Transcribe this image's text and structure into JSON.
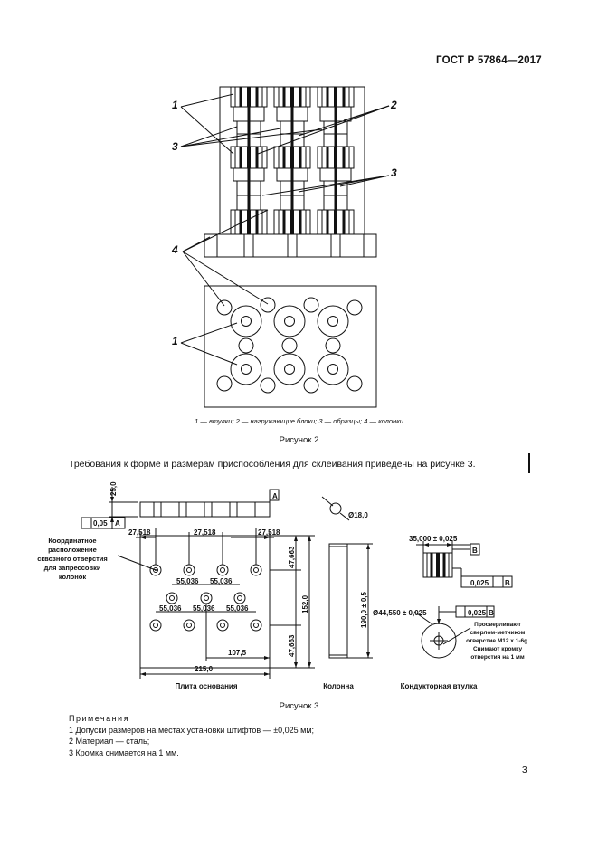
{
  "header": {
    "standard": "ГОСТ Р 57864—2017"
  },
  "figure2": {
    "callouts": {
      "c1_top": "1",
      "c2": "2",
      "c3_left": "3",
      "c3_right": "3",
      "c4": "4",
      "c1_bottom": "1"
    },
    "caption_parts": [
      "1",
      " — втулки; ",
      "2",
      " — нагружающие блоки; ",
      "3",
      " — образцы; ",
      "4",
      " — колонки"
    ],
    "title": "Рисунок 2"
  },
  "paragraph": "Требования к форме и размерам приспособления для склеивания приведены на рисунке 3.",
  "figure3": {
    "dims": {
      "h25": "25,0",
      "flat": "0,05",
      "datum_a": "A",
      "d1": "27,518",
      "d2": "27,518",
      "d3": "27,518",
      "d55a": "55,036",
      "d55b": "55,036",
      "d55c": "55,036",
      "d55d": "55,036",
      "d55e": "55,036",
      "v47a": "47,663",
      "v47b": "47,663",
      "v152": "152,0",
      "h107": "107,5",
      "h215": "215,0",
      "col_h": "190,0 ± 0,5",
      "dia18": "Ø18,0",
      "bush_w": "35,000 ± 0,025",
      "datum_b": "B",
      "bush_tol": "0,025",
      "bush_tol_ref": "B",
      "bush_dia": "Ø44,550 ± 0,025",
      "concentric": "0,025",
      "concentric_ref": "B"
    },
    "notes_left": [
      "Координатное",
      "расположение",
      "сквозного отверстия",
      "для запрессовки",
      "колонок"
    ],
    "notes_right": [
      "Просверливают",
      "сверлом-метчиком",
      "отверстие M12 х 1-6g.",
      "Снимают кромку",
      "отверстия на 1 мм"
    ],
    "labels": {
      "plate": "Плита основания",
      "column": "Колонна",
      "bushing": "Кондукторная втулка"
    },
    "title": "Рисунок 3"
  },
  "notes": {
    "heading": "Примечания",
    "items": [
      "1 Допуски размеров на местах установки штифтов — ±0,025 мм;",
      "2 Материал — сталь;",
      "3 Кромка снимается на 1 мм."
    ]
  },
  "page_number": "3"
}
